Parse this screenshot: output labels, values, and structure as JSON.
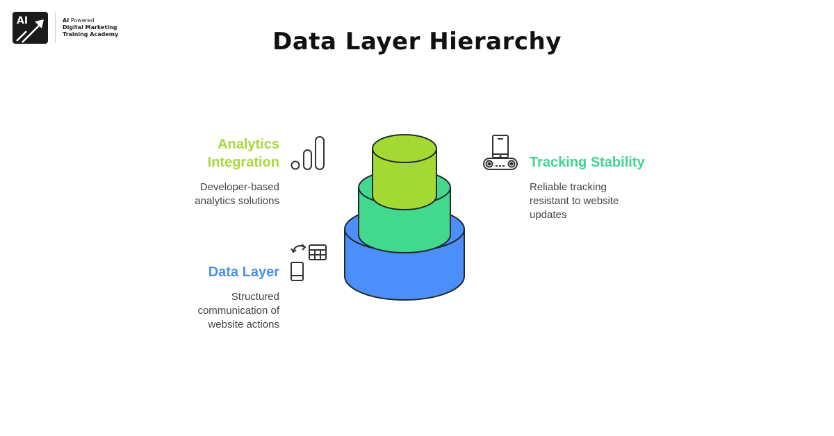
{
  "logo": {
    "badge": "AI",
    "line1_bold": "AI",
    "line1_rest": " Powered",
    "line2": "Digital Marketing",
    "line3": "Training Academy"
  },
  "title": "Data Layer Hierarchy",
  "colors": {
    "analytics": "#a8d83c",
    "tracking": "#3ed68f",
    "data_layer": "#4a8ff0",
    "lime_fill": "#a4d832",
    "green_fill": "#42d98e",
    "blue_fill": "#4d8ffa",
    "outline": "#1f2a2a",
    "desc_text": "#444444"
  },
  "layers": [
    {
      "id": "analytics",
      "title_lines": [
        "Analytics",
        "Integration"
      ],
      "description_lines": [
        "Developer-based",
        "analytics solutions"
      ],
      "icon": "bar-chart-icon",
      "level": "top"
    },
    {
      "id": "tracking",
      "title_lines": [
        "Tracking Stability"
      ],
      "description_lines": [
        "Reliable tracking",
        "resistant to website",
        "updates"
      ],
      "icon": "phone-dock-icon",
      "level": "middle"
    },
    {
      "id": "data_layer",
      "title_lines": [
        "Data Layer"
      ],
      "description_lines": [
        "Structured",
        "communication of",
        "website actions"
      ],
      "icon": "data-exchange-icon",
      "level": "bottom"
    }
  ]
}
